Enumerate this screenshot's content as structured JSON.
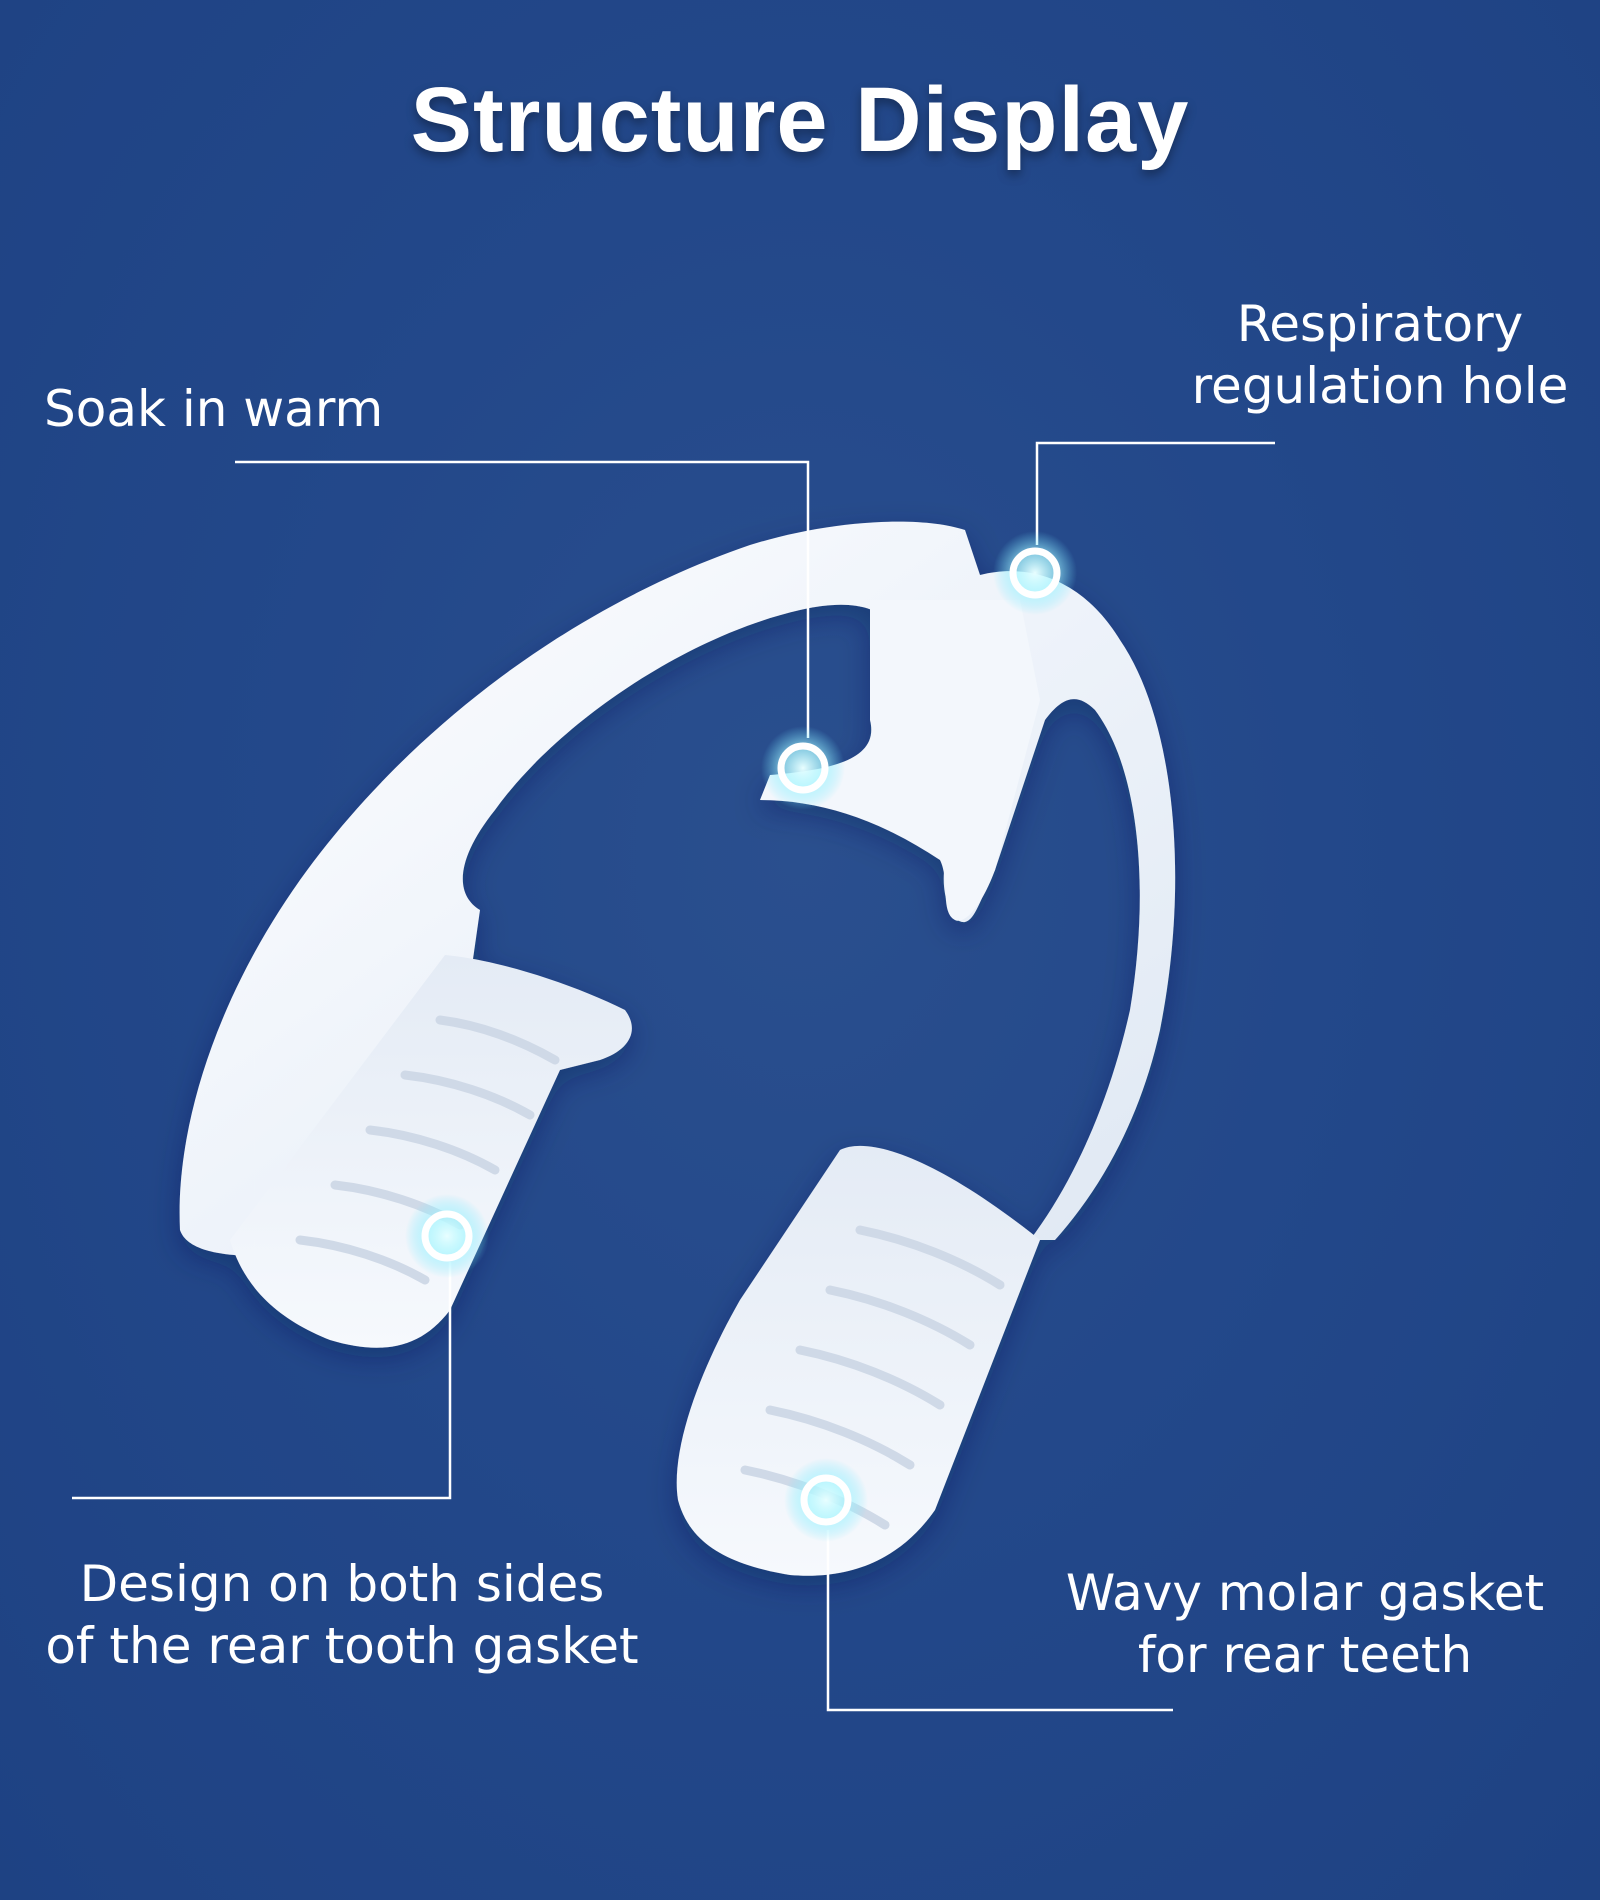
{
  "title": "Structure Display",
  "callouts": {
    "soak": {
      "lines": [
        "Soak in warm"
      ]
    },
    "respiratory": {
      "lines": [
        "Respiratory",
        "regulation hole"
      ]
    },
    "design": {
      "lines": [
        "Design on both sides",
        "of the rear tooth gasket"
      ]
    },
    "wavy": {
      "lines": [
        "Wavy molar gasket",
        "for rear teeth"
      ]
    }
  },
  "colors": {
    "background": "#23488a",
    "device": "#f2f6fb",
    "marker_glow": "#8ef3ff"
  }
}
